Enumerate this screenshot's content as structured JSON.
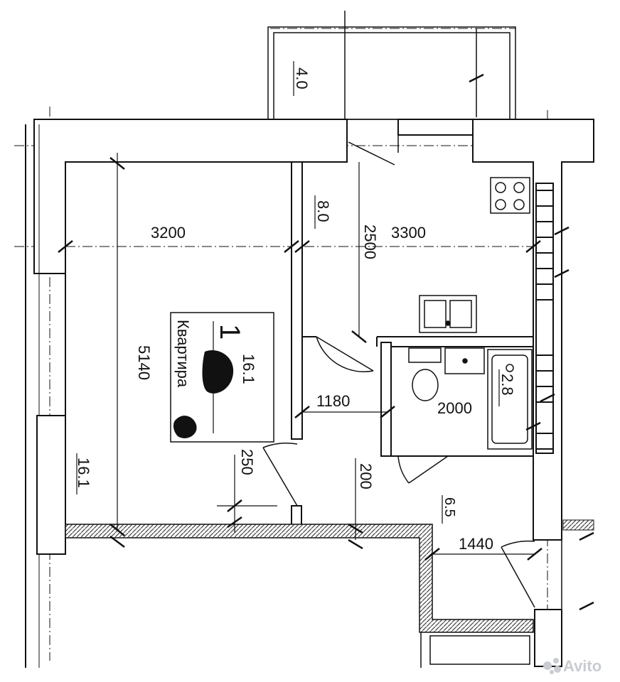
{
  "dimensions": {
    "living_width": "3200",
    "kitchen_width": "3300",
    "living_length": "5140",
    "kitchen_depth": "2500",
    "corridor_width": "1180",
    "bath_width": "2000",
    "door_offset": "250",
    "wall_offset": "200",
    "hall_width": "1440"
  },
  "areas": {
    "balcony": "4.0",
    "kitchen": "8.0",
    "living_side": "16.1",
    "bathroom": "2.8",
    "hall": "6.5"
  },
  "label": {
    "number": "1",
    "type": "Квартира",
    "area": "16.1"
  },
  "watermark": "Avito",
  "colors": {
    "line": "#111111",
    "hatch": "#555555",
    "watermark": "#c9ccd1"
  }
}
